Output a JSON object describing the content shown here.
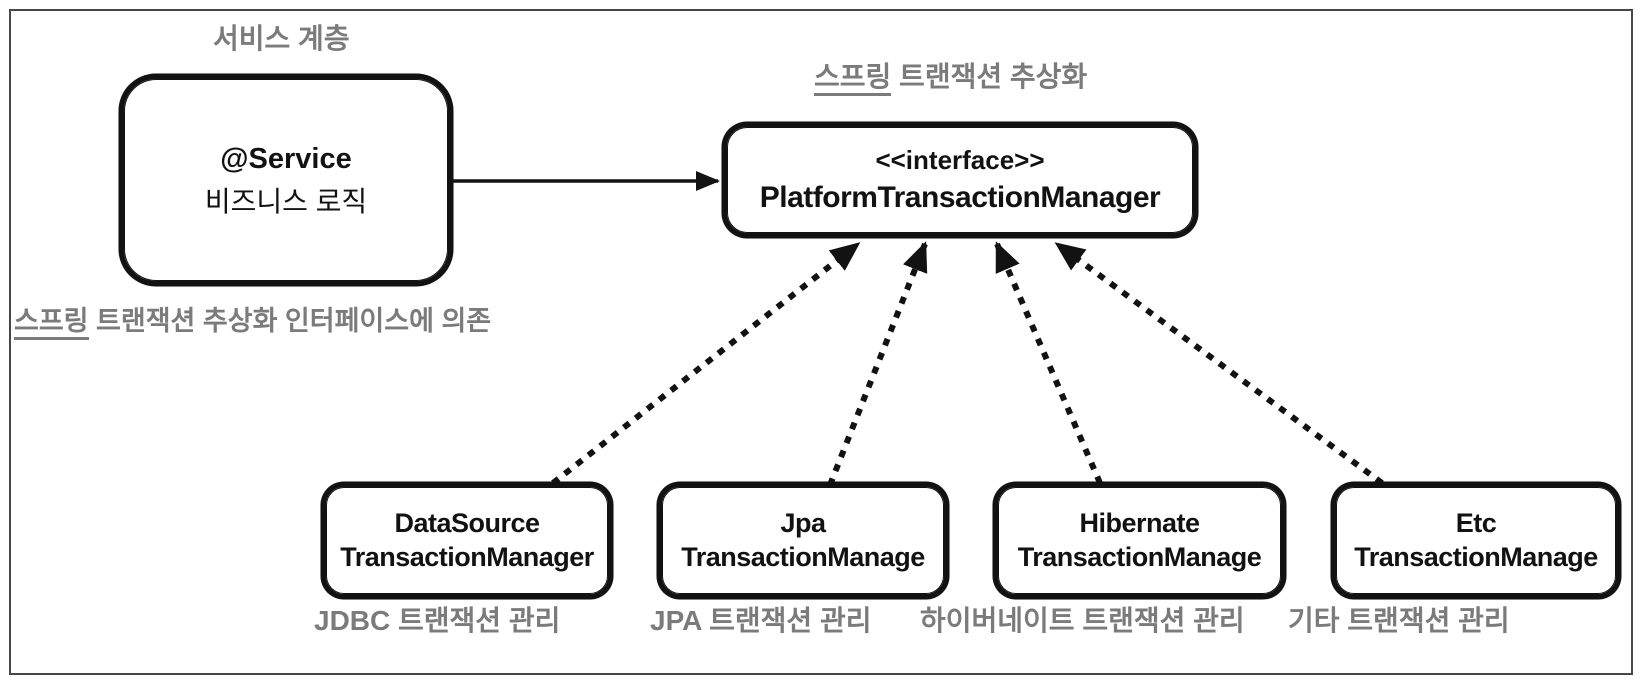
{
  "canvas": {
    "background": "#ffffff",
    "frame_border_color": "#474747",
    "ink_color": "#121212",
    "muted_text_color": "#7b7b7b"
  },
  "labels": {
    "service_layer": "서비스 계층",
    "abstraction": {
      "underlined": "스프링",
      "rest": " 트랜잭션 추상화"
    },
    "dependency_note": {
      "underlined": "스프링",
      "rest": " 트랜잭션 추상화 인터페이스에 의존"
    }
  },
  "nodes": {
    "service": {
      "line1": "@Service",
      "line2": "비즈니스 로직"
    },
    "interface": {
      "stereotype": "<<interface>>",
      "name": "PlatformTransactionManager"
    },
    "implementations": [
      {
        "line1": "DataSource",
        "line2": "TransactionManager",
        "caption": "JDBC 트랜잭션 관리"
      },
      {
        "line1": "Jpa",
        "line2": "TransactionManage",
        "caption": "JPA 트랜잭션 관리"
      },
      {
        "line1": "Hibernate",
        "line2": "TransactionManage",
        "caption": "하이버네이트 트랜잭션 관리"
      },
      {
        "line1": "Etc",
        "line2": "TransactionManage",
        "caption": "기타 트랜잭션 관리"
      }
    ]
  },
  "edges": [
    {
      "from": "service",
      "to": "platform-transaction-manager",
      "style": "solid-arrow"
    },
    {
      "from": "datasource-transaction-manager",
      "to": "platform-transaction-manager",
      "style": "dashed-arrow"
    },
    {
      "from": "jpa-transaction-manager",
      "to": "platform-transaction-manager",
      "style": "dashed-arrow"
    },
    {
      "from": "hibernate-transaction-manager",
      "to": "platform-transaction-manager",
      "style": "dashed-arrow"
    },
    {
      "from": "etc-transaction-manager",
      "to": "platform-transaction-manager",
      "style": "dashed-arrow"
    }
  ]
}
